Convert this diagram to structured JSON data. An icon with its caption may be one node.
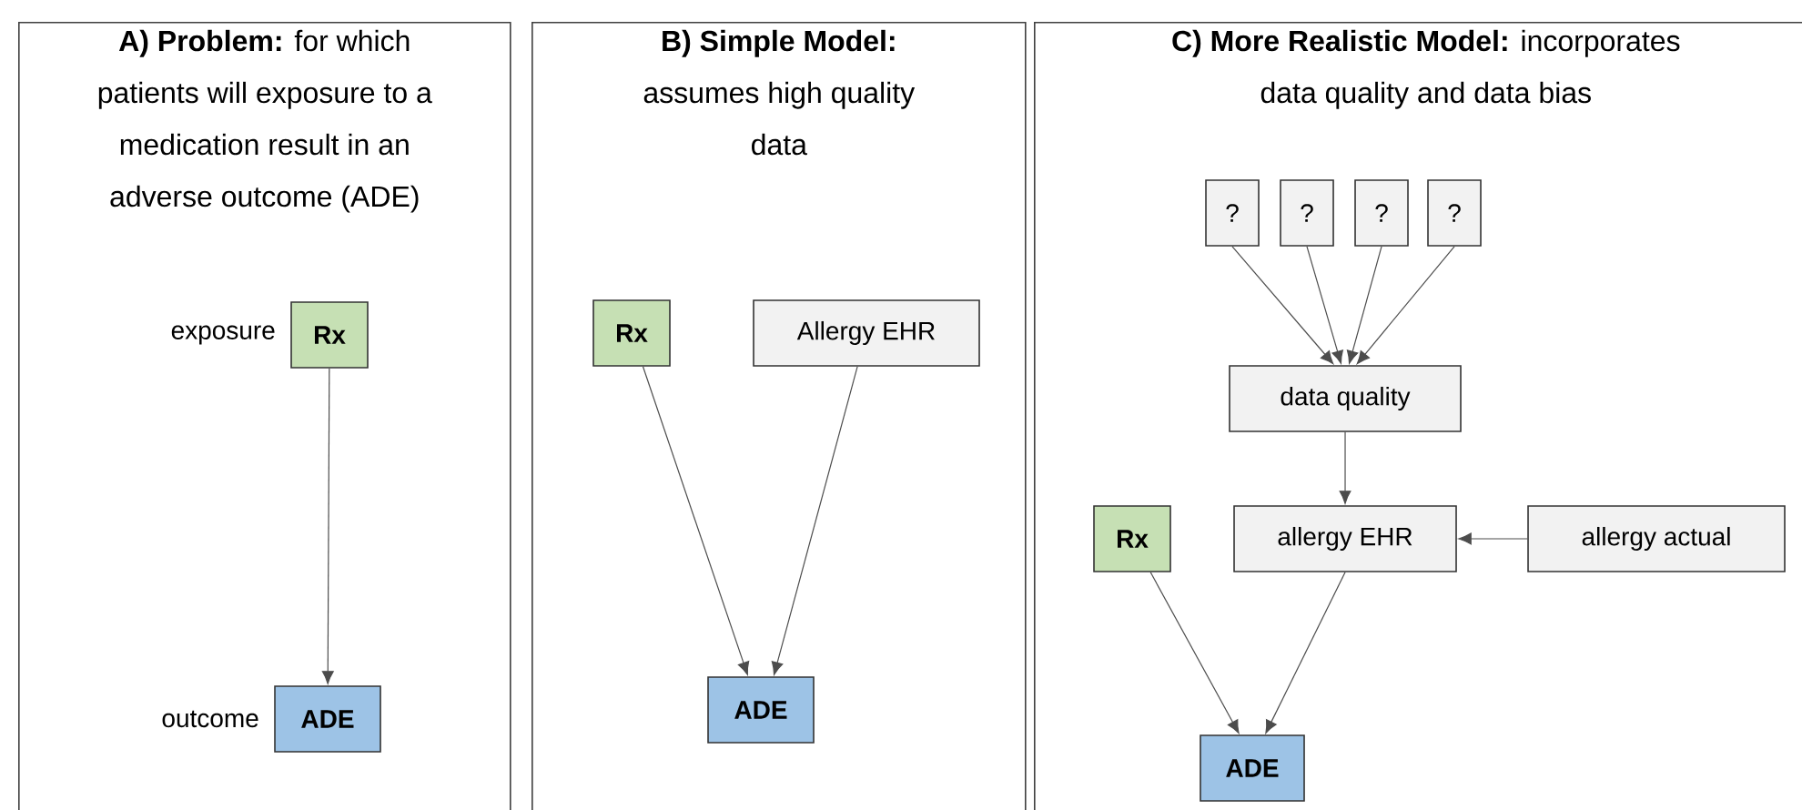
{
  "diagram": {
    "nodes": [
      {
        "text": [
          "**A) Problem:** for which patients will exposure to a medication result in an adverse outcome (ADE)"
        ]
      },
      {
        "text": [
          "Rx"
        ],
        "in": 0,
        "beside": [
          "exposure"
        ]
      },
      {
        "text": [
          "ADE"
        ],
        "in": 0,
        "beside": [
          "outcome"
        ]
      },
      {
        "text": [
          "**B) Simple Model:** assumes high quality data"
        ]
      },
      {
        "text": [
          "Rx"
        ],
        "in": 3
      },
      {
        "text": [
          "Allergy EHR"
        ],
        "in": 3
      },
      {
        "text": [
          "ADE"
        ],
        "in": 3
      },
      {
        "text": [
          "**C) More Realistic Model:** incorporates data quality and data bias"
        ]
      },
      {
        "text": [
          "?"
        ],
        "in": 7
      },
      {
        "text": [
          "?"
        ],
        "in": 7
      },
      {
        "text": [
          "?"
        ],
        "in": 7
      },
      {
        "text": [
          "?"
        ],
        "in": 7
      },
      {
        "text": [
          "data quality"
        ],
        "in": 7
      },
      {
        "text": [
          "Rx"
        ],
        "in": 7
      },
      {
        "text": [
          "allergy EHR"
        ],
        "in": 7
      },
      {
        "text": [
          "allergy actual"
        ],
        "in": 7
      },
      {
        "text": [
          "ADE"
        ],
        "in": 7
      }
    ],
    "edges": [
      {
        "from": 1,
        "to": 2,
        "arrow": "to"
      },
      {
        "from": 4,
        "to": 6,
        "arrow": "to"
      },
      {
        "from": 5,
        "to": 6,
        "arrow": "to"
      },
      {
        "from": 8,
        "to": 12,
        "arrow": "to"
      },
      {
        "from": 9,
        "to": 12,
        "arrow": "to"
      },
      {
        "from": 10,
        "to": 12,
        "arrow": "to"
      },
      {
        "from": 11,
        "to": 12,
        "arrow": "to"
      },
      {
        "from": 12,
        "to": 14,
        "arrow": "to"
      },
      {
        "from": 15,
        "to": 14,
        "arrow": "to"
      },
      {
        "from": 13,
        "to": 16,
        "arrow": "to"
      },
      {
        "from": 14,
        "to": 16,
        "arrow": "to"
      }
    ]
  }
}
